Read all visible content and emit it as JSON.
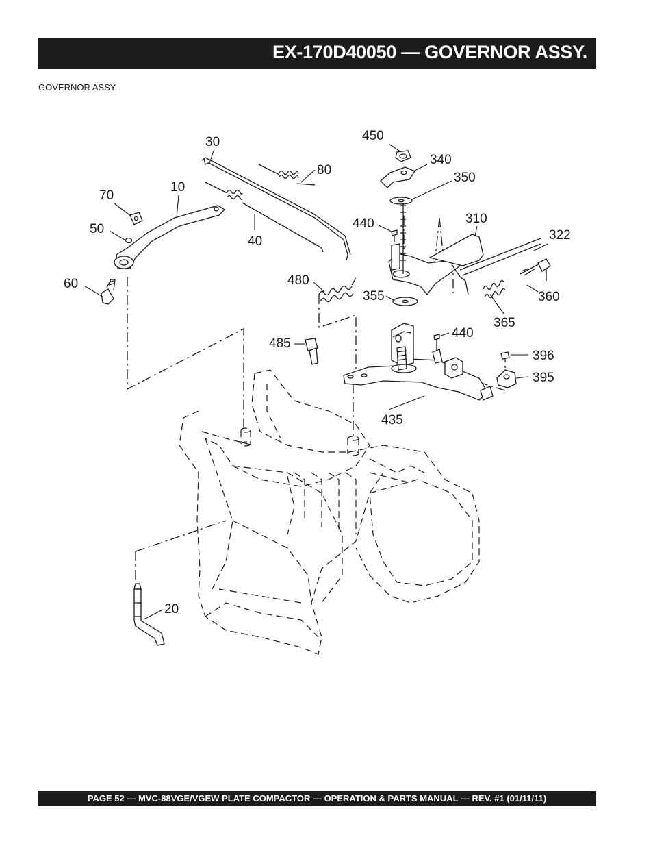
{
  "header": {
    "title": "EX-170D40050  — GOVERNOR ASSY."
  },
  "subtitle": "GOVERNOR  ASSY.",
  "callouts": {
    "c10": "10",
    "c20": "20",
    "c30": "30",
    "c40": "40",
    "c50": "50",
    "c60": "60",
    "c70": "70",
    "c80": "80",
    "c310": "310",
    "c322": "322",
    "c340": "340",
    "c350": "350",
    "c355": "355",
    "c360": "360",
    "c365": "365",
    "c395": "395",
    "c396": "396",
    "c435": "435",
    "c440a": "440",
    "c440b": "440",
    "c450": "450",
    "c480": "480",
    "c485": "485"
  },
  "footer": {
    "text": "PAGE 52 — MVC-88VGE/VGEW PLATE COMPACTOR —  OPERATION & PARTS MANUAL — REV. #1 (01/11/11)"
  }
}
